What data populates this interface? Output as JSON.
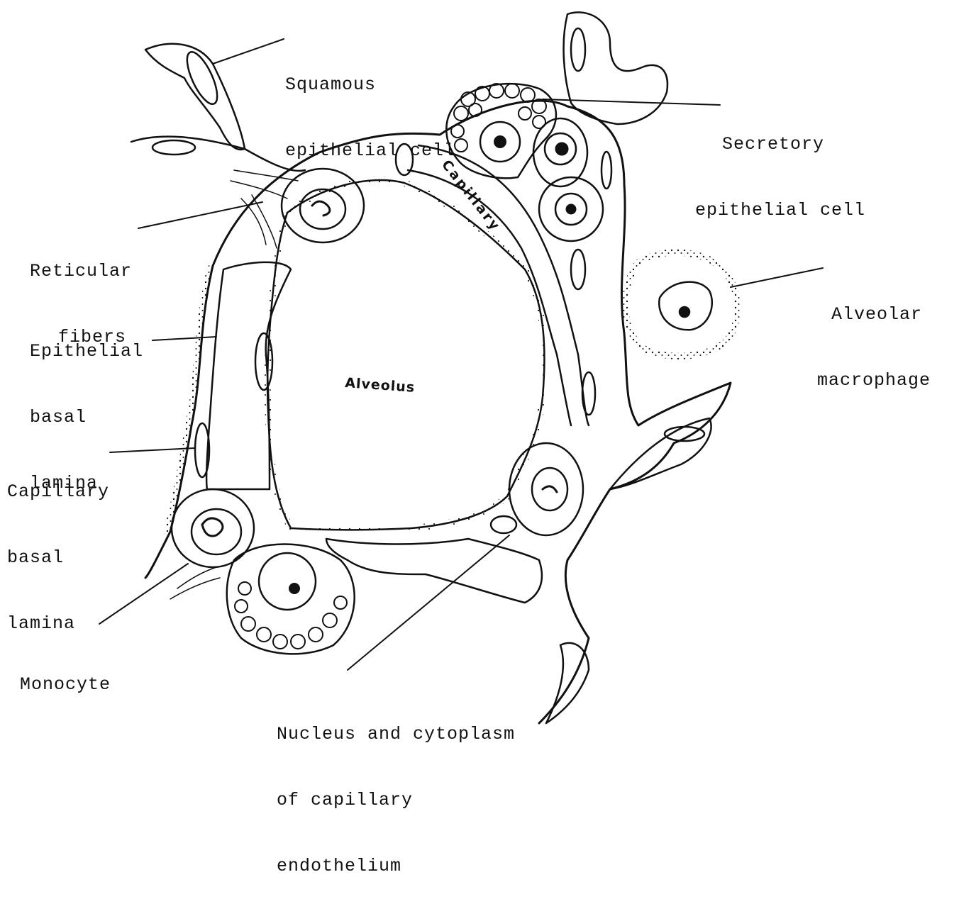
{
  "labels": {
    "squamous": [
      "Squamous",
      "epithelial cell"
    ],
    "secretory": [
      "Secretory",
      "epithelial cell"
    ],
    "reticular": [
      "Reticular",
      "fibers"
    ],
    "alveolar_macrophage": [
      "Alveolar",
      "macrophage"
    ],
    "epithelial_basal": [
      "Epithelial",
      "basal",
      "lamina"
    ],
    "capillary_basal": [
      "Capillary",
      "basal",
      "lamina"
    ],
    "monocyte": [
      "Monocyte"
    ],
    "nucleus_endothelium": [
      "Nucleus and cytoplasm",
      "of capillary",
      "endothelium"
    ],
    "alveolus": "Alveolus",
    "capillary": "Capillary"
  },
  "colors": {
    "ink": "#111111",
    "background": "#ffffff"
  }
}
